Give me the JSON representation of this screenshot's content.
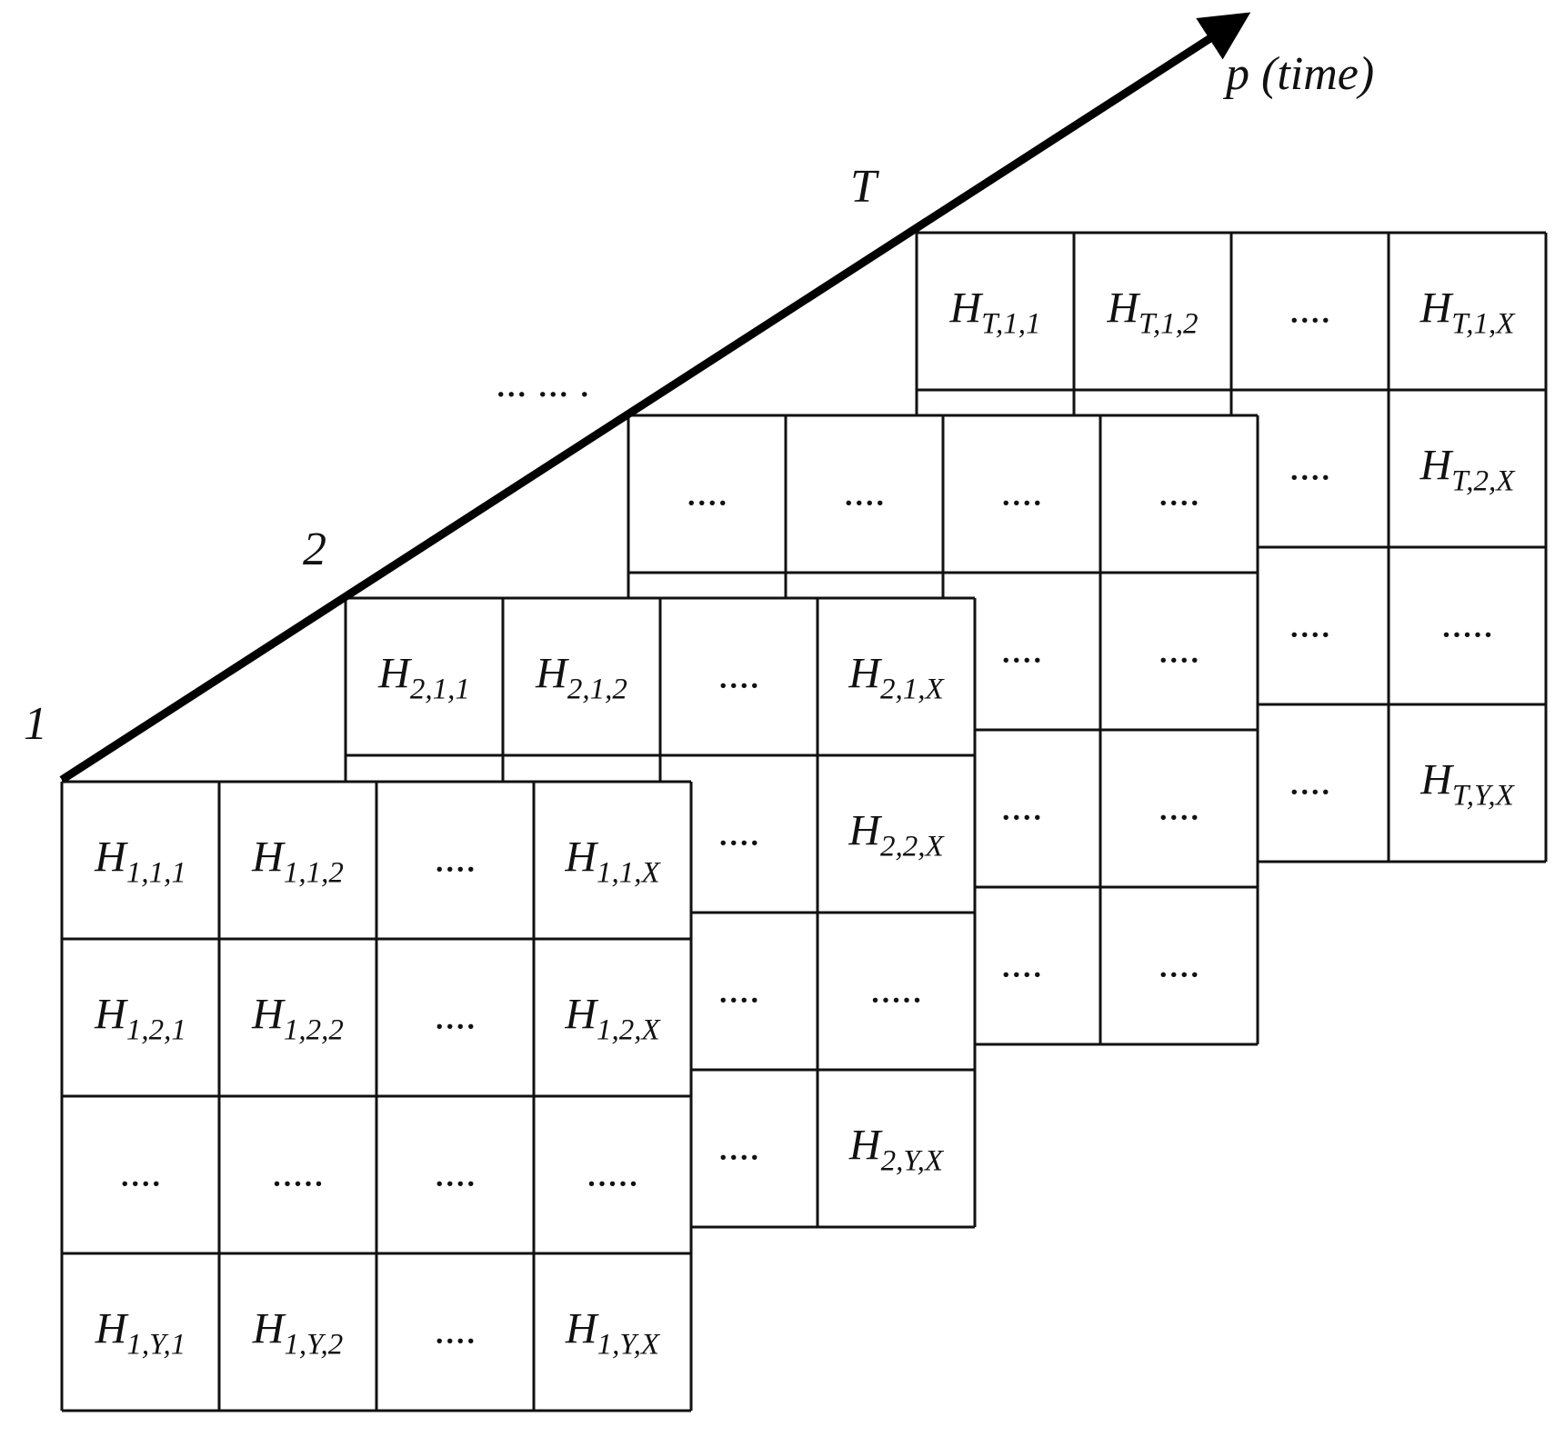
{
  "diagram": {
    "axis_label": "p (time)",
    "ticks": {
      "first": "1",
      "second": "2",
      "last": "T",
      "between": "... ... ."
    },
    "layers": [
      {
        "id": "layer-T",
        "cells": [
          [
            {
              "h": "H",
              "sub": "T,1,1"
            },
            {
              "h": "H",
              "sub": "T,1,2"
            },
            {
              "dots": "...."
            },
            {
              "h": "H",
              "sub": "T,1,X"
            }
          ],
          [
            {
              "hidden": true
            },
            {
              "hidden": true
            },
            {
              "dots": "...."
            },
            {
              "h": "H",
              "sub": "T,2,X"
            }
          ],
          [
            {
              "hidden": true
            },
            {
              "hidden": true
            },
            {
              "dots": "...."
            },
            {
              "dots": "....."
            }
          ],
          [
            {
              "hidden": true
            },
            {
              "hidden": true
            },
            {
              "dots": "...."
            },
            {
              "h": "H",
              "sub": "T,Y,X"
            }
          ]
        ]
      },
      {
        "id": "layer-mid",
        "cells": [
          [
            {
              "dots": "...."
            },
            {
              "dots": "...."
            },
            {
              "dots": "...."
            },
            {
              "dots": "...."
            }
          ],
          [
            {
              "hidden": true
            },
            {
              "hidden": true
            },
            {
              "dots": "...."
            },
            {
              "dots": "...."
            }
          ],
          [
            {
              "hidden": true
            },
            {
              "hidden": true
            },
            {
              "dots": "...."
            },
            {
              "dots": "...."
            }
          ],
          [
            {
              "hidden": true
            },
            {
              "hidden": true
            },
            {
              "dots": "...."
            },
            {
              "dots": "...."
            }
          ]
        ]
      },
      {
        "id": "layer-2",
        "cells": [
          [
            {
              "h": "H",
              "sub": "2,1,1"
            },
            {
              "h": "H",
              "sub": "2,1,2"
            },
            {
              "dots": "...."
            },
            {
              "h": "H",
              "sub": "2,1,X"
            }
          ],
          [
            {
              "hidden": true
            },
            {
              "hidden": true
            },
            {
              "dots": "...."
            },
            {
              "h": "H",
              "sub": "2,2,X"
            }
          ],
          [
            {
              "hidden": true
            },
            {
              "hidden": true
            },
            {
              "dots": "...."
            },
            {
              "dots": "....."
            }
          ],
          [
            {
              "hidden": true
            },
            {
              "hidden": true
            },
            {
              "dots": "...."
            },
            {
              "h": "H",
              "sub": "2,Y,X"
            }
          ]
        ]
      },
      {
        "id": "layer-1",
        "cells": [
          [
            {
              "h": "H",
              "sub": "1,1,1"
            },
            {
              "h": "H",
              "sub": "1,1,2"
            },
            {
              "dots": "...."
            },
            {
              "h": "H",
              "sub": "1,1,X"
            }
          ],
          [
            {
              "h": "H",
              "sub": "1,2,1"
            },
            {
              "h": "H",
              "sub": "1,2,2"
            },
            {
              "dots": "...."
            },
            {
              "h": "H",
              "sub": "1,2,X"
            }
          ],
          [
            {
              "dots": "...."
            },
            {
              "dots": "....."
            },
            {
              "dots": "...."
            },
            {
              "dots": "....."
            }
          ],
          [
            {
              "h": "H",
              "sub": "1,Y,1"
            },
            {
              "h": "H",
              "sub": "1,Y,2"
            },
            {
              "dots": "...."
            },
            {
              "h": "H",
              "sub": "1,Y,X"
            }
          ]
        ]
      }
    ]
  }
}
